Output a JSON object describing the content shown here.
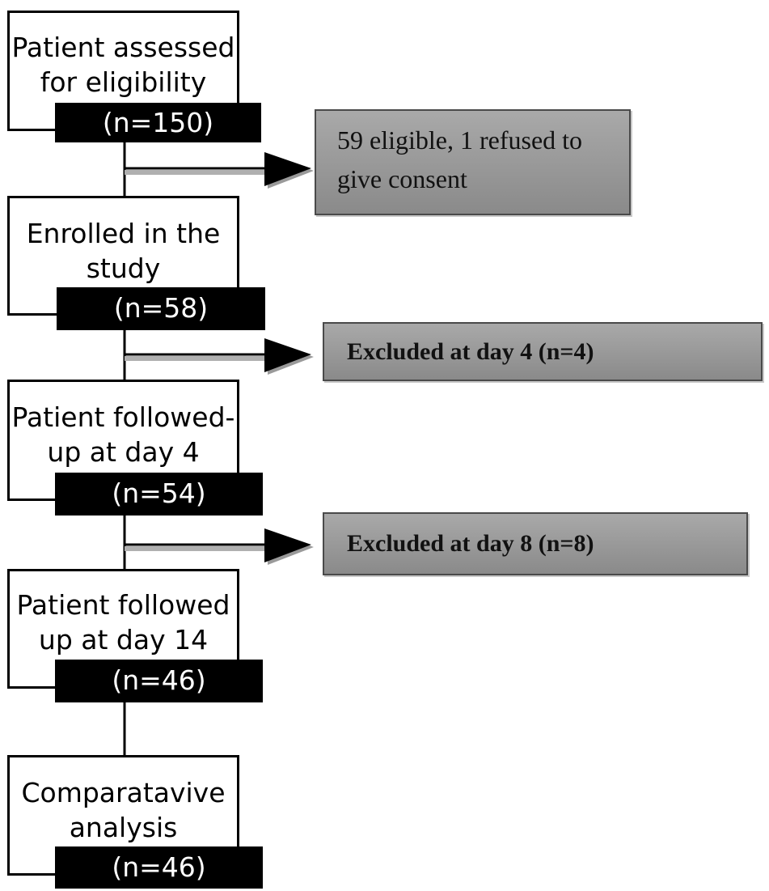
{
  "stages": [
    {
      "label": "Patient assessed\nfor eligibility",
      "count": "(n=150)"
    },
    {
      "label": "Enrolled in the\nstudy",
      "count": "(n=58)"
    },
    {
      "label": "Patient followed-\nup at day 4",
      "count": "(n=54)"
    },
    {
      "label": "Patient followed\nup at day 14",
      "count": "(n=46)"
    },
    {
      "label": "Comparatavive\nanalysis",
      "count": "(n=46)"
    }
  ],
  "exclusions": [
    {
      "text": "59 eligible, 1 refused to give consent"
    },
    {
      "text": "Excluded at day 4 (n=4)"
    },
    {
      "text": "Excluded at day 8 (n=8)"
    }
  ]
}
